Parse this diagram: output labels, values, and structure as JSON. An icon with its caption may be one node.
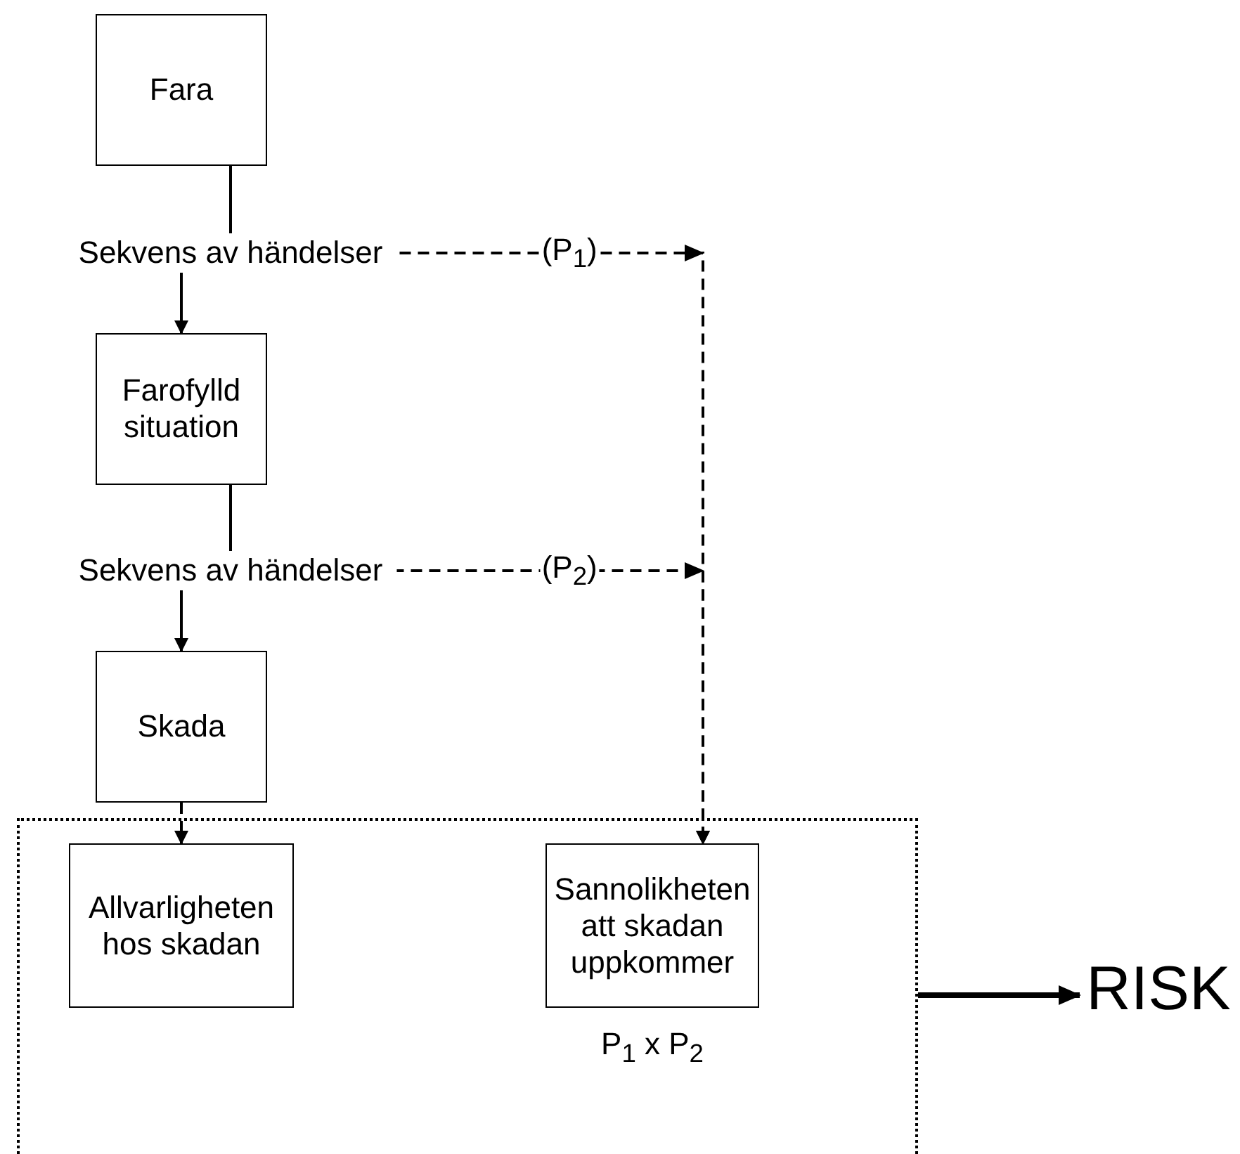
{
  "diagram": {
    "nodes": [
      {
        "text": [
          "Fara"
        ]
      },
      {
        "text": [
          "Sekvens av händelser"
        ]
      },
      {
        "text": [
          "Farofylld situation"
        ]
      },
      {
        "text": [
          "Sekvens av händelser"
        ]
      },
      {
        "text": [
          "Skada"
        ]
      },
      {
        "text": [],
        "shape": "box"
      },
      {
        "text": [
          "Allvarligheten hos skadan"
        ],
        "in": 5
      },
      {
        "text": [
          "Sannolikheten att skadan uppkommer"
        ],
        "in": 5,
        "beside": [
          "P$_{1}$ x P$_{2}$"
        ]
      },
      {
        "text": [
          "RISK"
        ]
      }
    ],
    "edges": [
      {
        "from": 0,
        "to": 1,
        "arrow": "none"
      },
      {
        "from": 1,
        "to": 2,
        "arrow": "to"
      },
      {
        "from": 2,
        "to": 3,
        "arrow": "none"
      },
      {
        "from": 3,
        "to": 4,
        "arrow": "to"
      },
      {
        "from": 4,
        "to": 6,
        "arrow": "to",
        "style": "dashed"
      },
      {
        "from": 1,
        "to": 7,
        "arrow": "to",
        "style": "dashed",
        "label": "(P$_{1}$)"
      },
      {
        "from": 3,
        "to": 7,
        "arrow": "to",
        "style": "dashed",
        "label": "(P$_{2}$)"
      },
      {
        "from": 5,
        "to": 8,
        "arrow": "to",
        "style": "thick"
      }
    ]
  }
}
